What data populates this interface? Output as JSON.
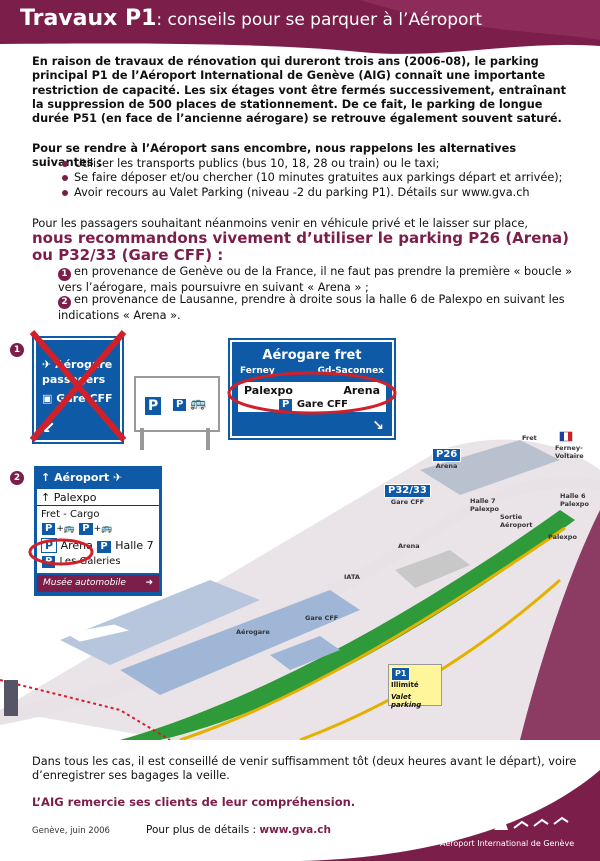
{
  "header": {
    "title_main": "Travaux P1",
    "title_rest": ": conseils pour se parquer à l’Aéroport"
  },
  "intro": "En raison de travaux de rénovation qui dureront trois ans (2006-08), le parking principal P1 de l’Aéroport International de Genève (AIG) connaît une importante restriction de capacité. Les six étages vont être fermés successivement, entraînant la suppression de 500 places de stationnement. De ce fait, le parking de longue durée P51 (en face de l’ancienne aérogare) se retrouve également souvent saturé.",
  "alternatives": {
    "heading": "Pour se rendre à l’Aéroport sans encombre, nous rappelons les alternatives suivantes :",
    "items": [
      "Utiliser les transports publics (bus 10, 18, 28 ou train) ou le taxi;",
      "Se faire déposer et/ou chercher (10 minutes gratuites aux parkings départ et arrivée);",
      "Avoir recours au Valet Parking (niveau -2 du parking P1). Détails sur www.gva.ch"
    ]
  },
  "passengers": "Pour les passagers souhaitant néanmoins venir en véhicule privé et le laisser sur place,",
  "recommendation": "nous recommandons vivement d’utiliser le parking P26 (Arena) ou P32/33 (Gare CFF) :",
  "steps": [
    {
      "num": "1",
      "text": "en provenance de Genève ou de la France, il ne faut pas prendre la première « boucle » vers l’aérogare, mais poursuivre en suivant « Arena » ;"
    },
    {
      "num": "2",
      "text": "en provenance de Lausanne, prendre à droite sous la halle 6 de Palexpo en suivant les indications « Arena »."
    }
  ],
  "signs1": {
    "num": "1",
    "wrong": {
      "line1": "Aérogare",
      "line2": "passagers",
      "line3": "Gare CFF"
    },
    "small_p": "P",
    "small_p2": "P",
    "fret": {
      "title": "Aérogare fret",
      "ferney": "Ferney",
      "grand": "Gd-Saconnex",
      "palexpo": "Palexpo",
      "arena": "Arena",
      "p": "P",
      "gare": "Gare CFF"
    }
  },
  "signs2": {
    "num": "2",
    "aeroport": "Aéroport",
    "palexpo": "Palexpo",
    "fret": "Fret - Cargo",
    "p1": "P",
    "p2": "P",
    "p_arena": "P",
    "arena": "Arena",
    "halle": "Halle 7",
    "p_galeries": "P",
    "galeries": "Les Galeries",
    "musee": "Musée automobile"
  },
  "map": {
    "fret": "Fret",
    "ferney": "Ferney-\nVoltaire",
    "p26": "P26",
    "arena_lbl": "Arena",
    "p3233": "P32/33",
    "garecff_lbl": "Gare CFF",
    "halle7": "Halle 7\nPalexpo",
    "sortie": "Sortie\nAéroport",
    "halle6": "Halle 6\nPalexpo",
    "palexpo": "Palexpo",
    "arena": "Arena",
    "iata": "IATA",
    "garecff": "Gare CFF",
    "aerogare": "Aérogare",
    "p1": "P1",
    "illimite": "Illimité",
    "valet": "Valet parking"
  },
  "footer": {
    "text": "Dans tous les cas, il est conseillé de venir suffisamment tôt (deux heures avant le départ), voire d’enregistrer ses bagages la veille.",
    "thanks": "L’AIG remercie ses clients de leur compréhension.",
    "date": "Genève, juin 2006",
    "more_label": "Pour plus de détails :",
    "more_url": "www.gva.ch",
    "brand": "Aéroport International de Genève"
  },
  "colors": {
    "brand": "#7b1e4a",
    "sign_blue": "#0e5aa7",
    "red": "#d0202a",
    "road_green": "#2f9a3a"
  }
}
